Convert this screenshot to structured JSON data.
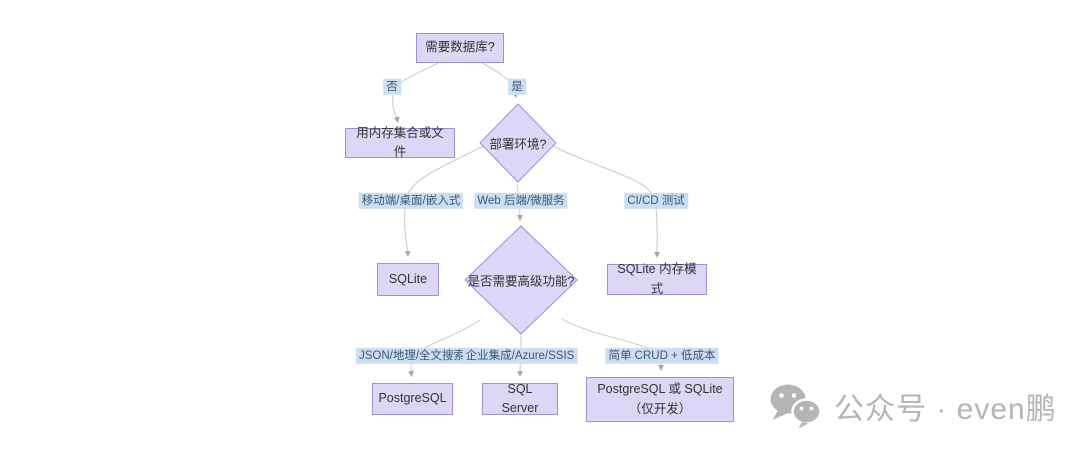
{
  "diagram": {
    "type": "flowchart",
    "nodes": {
      "need_db": {
        "label": "需要数据库?",
        "shape": "rect"
      },
      "memory_file": {
        "label": "用内存集合或文件",
        "shape": "rect"
      },
      "deploy_env": {
        "label": "部署环境?",
        "shape": "diamond"
      },
      "sqlite": {
        "label": "SQLite",
        "shape": "rect"
      },
      "advanced": {
        "label": "是否需要高级功能?",
        "shape": "diamond"
      },
      "sqlite_mem": {
        "label": "SQLite 内存模式",
        "shape": "rect"
      },
      "postgresql": {
        "label": "PostgreSQL",
        "shape": "rect"
      },
      "sql_server": {
        "label": "SQL Server",
        "shape": "rect"
      },
      "pg_or_sqlite": {
        "label": "PostgreSQL 或 SQLite（仅开发）",
        "shape": "rect"
      }
    },
    "edge_labels": {
      "no": "否",
      "yes": "是",
      "mobile": "移动端/桌面/嵌入式",
      "web": "Web 后端/微服务",
      "cicd": "CI/CD 测试",
      "json_geo": "JSON/地理/全文搜索",
      "enterprise": "企业集成/Azure/SSIS",
      "simple_crud": "简单 CRUD + 低成本"
    },
    "edges": [
      {
        "from": "need_db",
        "to": "memory_file",
        "label": "否"
      },
      {
        "from": "need_db",
        "to": "deploy_env",
        "label": "是"
      },
      {
        "from": "deploy_env",
        "to": "sqlite",
        "label": "移动端/桌面/嵌入式"
      },
      {
        "from": "deploy_env",
        "to": "advanced",
        "label": "Web 后端/微服务"
      },
      {
        "from": "deploy_env",
        "to": "sqlite_mem",
        "label": "CI/CD 测试"
      },
      {
        "from": "advanced",
        "to": "postgresql",
        "label": "JSON/地理/全文搜索"
      },
      {
        "from": "advanced",
        "to": "sql_server",
        "label": "企业集成/Azure/SSIS"
      },
      {
        "from": "advanced",
        "to": "pg_or_sqlite",
        "label": "简单 CRUD + 低成本"
      }
    ],
    "colors": {
      "node_fill": "#dcd6f7",
      "node_border": "#9e8fe0",
      "node_text": "#333333",
      "edge_label_bg": "#ccdff2",
      "edge_label_text": "#3b5675",
      "edge_line": "#c9c9c9",
      "arrowhead": "#a8a8a8"
    }
  },
  "watermark": {
    "icon": "wechat-icon",
    "text": "公众号 · even鹏",
    "color": "#b5b5b5"
  }
}
